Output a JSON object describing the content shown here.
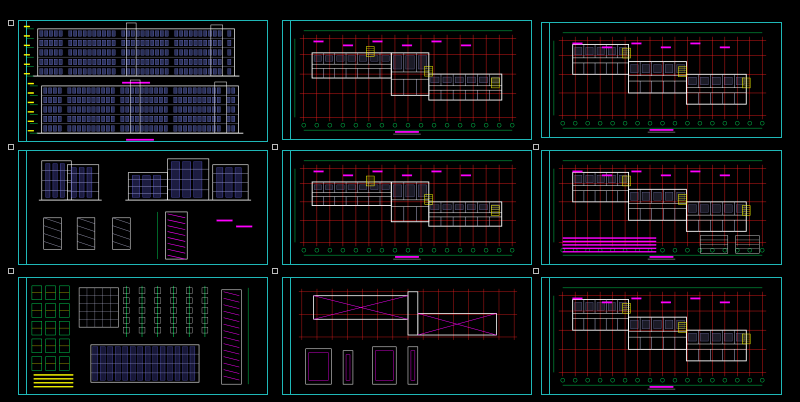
{
  "app": {
    "view": "model space"
  },
  "colors": {
    "background": "#000000",
    "frame": "#1fb8b8",
    "grid": "#e81e1e",
    "walls": "#ffffff",
    "rooms": "#b8b8d8",
    "annotation": "#ff00ff",
    "dims": "#00ff66",
    "highlight": "#ffff00",
    "struct": "#00d8ff"
  },
  "sheets": [
    {
      "id": "elevations",
      "kind": "elevation"
    },
    {
      "id": "plan-1",
      "kind": "plan"
    },
    {
      "id": "plan-2",
      "kind": "plan-alt"
    },
    {
      "id": "sections",
      "kind": "section"
    },
    {
      "id": "plan-3",
      "kind": "plan"
    },
    {
      "id": "plan-4",
      "kind": "plan-alt"
    },
    {
      "id": "details",
      "kind": "detail"
    },
    {
      "id": "roof-plan",
      "kind": "roof"
    },
    {
      "id": "plan-5",
      "kind": "plan-alt"
    }
  ]
}
